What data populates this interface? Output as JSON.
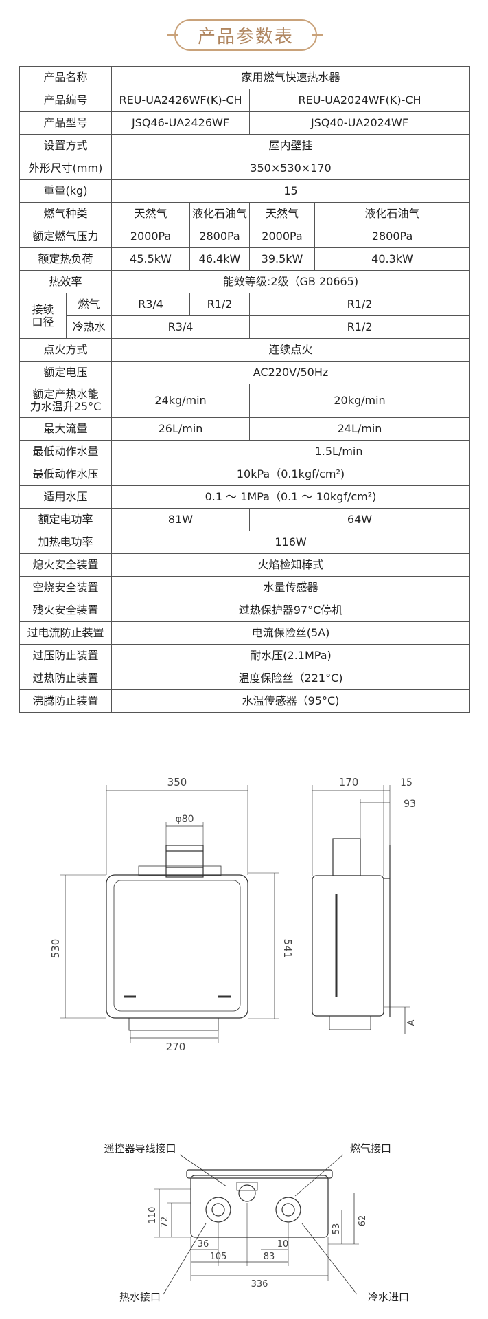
{
  "title": "产品参数表",
  "table": {
    "name": {
      "label": "产品名称",
      "value": "家用燃气快速热水器"
    },
    "code": {
      "label": "产品编号",
      "a": "REU-UA2426WF(K)-CH",
      "b": "REU-UA2024WF(K)-CH"
    },
    "model": {
      "label": "产品型号",
      "a": "JSQ46-UA2426WF",
      "b": "JSQ40-UA2024WF"
    },
    "install": {
      "label": "设置方式",
      "value": "屋内壁挂"
    },
    "size": {
      "label": "外形尺寸(mm)",
      "value": "350×530×170"
    },
    "weight": {
      "label": "重量(kg)",
      "value": "15"
    },
    "gas": {
      "label": "燃气种类",
      "v1": "天然气",
      "v2": "液化石油气",
      "v3": "天然气",
      "v4": "液化石油气"
    },
    "pressure": {
      "label": "额定燃气压力",
      "v1": "2000Pa",
      "v2": "2800Pa",
      "v3": "2000Pa",
      "v4": "2800Pa"
    },
    "heatload": {
      "label": "额定热负荷",
      "v1": "45.5kW",
      "v2": "46.4kW",
      "v3": "39.5kW",
      "v4": "40.3kW"
    },
    "efficiency": {
      "label": "热效率",
      "value": "能效等级:2级（GB 20665)"
    },
    "connect": {
      "label": "接续口径",
      "gas_label": "燃气",
      "gas_v1": "R3/4",
      "gas_v2": "R1/2",
      "gas_v3": "R1/2",
      "water_label": "冷热水",
      "water_a": "R3/4",
      "water_b": "R1/2"
    },
    "ignition": {
      "label": "点火方式",
      "value": "连续点火"
    },
    "voltage": {
      "label": "额定电压",
      "value": "AC220V/50Hz"
    },
    "capacity": {
      "label": "额定产热水能力水温升25°C",
      "a": "24kg/min",
      "b": "20kg/min"
    },
    "maxflow": {
      "label": "最大流量",
      "a": "26L/min",
      "b": "24L/min"
    },
    "minflow": {
      "label": "最低动作水量",
      "value": "1.5L/min"
    },
    "minpress": {
      "label": "最低动作水压",
      "value": "10kPa（0.1kgf/cm²)"
    },
    "waterpress": {
      "label": "适用水压",
      "value": "0.1 ～ 1MPa（0.1 ～ 10kgf/cm²)"
    },
    "power": {
      "label": "额定电功率",
      "a": "81W",
      "b": "64W"
    },
    "heatpower": {
      "label": "加热电功率",
      "value": "116W"
    },
    "flameout": {
      "label": "熄火安全装置",
      "value": "火焰检知棒式"
    },
    "dryburn": {
      "label": "空烧安全装置",
      "value": "水量传感器"
    },
    "residual": {
      "label": "残火安全装置",
      "value": "过热保护器97°C停机"
    },
    "overcurrent": {
      "label": "过电流防止装置",
      "value": "电流保险丝(5A)"
    },
    "overpress": {
      "label": "过压防止装置",
      "value": "耐水压(2.1MPa)"
    },
    "overheat": {
      "label": "过热防止装置",
      "value": "温度保险丝（221°C)"
    },
    "boiling": {
      "label": "沸腾防止装置",
      "value": "水温传感器（95°C)"
    }
  },
  "drawing_front": {
    "width": "350",
    "flue": "φ80",
    "height": "530",
    "height2": "541",
    "bottom": "270"
  },
  "drawing_side": {
    "depth": "170",
    "d15": "15",
    "d93": "93",
    "a": "A"
  },
  "drawing_bottom": {
    "remote": "遥控器导线接口",
    "gas_port": "燃气接口",
    "hot_port": "热水接口",
    "cold_port": "冷水进口",
    "d110": "110",
    "d72": "72",
    "d36": "36",
    "d10": "10",
    "d105": "105",
    "d83": "83",
    "d336": "336",
    "d53": "53",
    "d62": "62"
  }
}
